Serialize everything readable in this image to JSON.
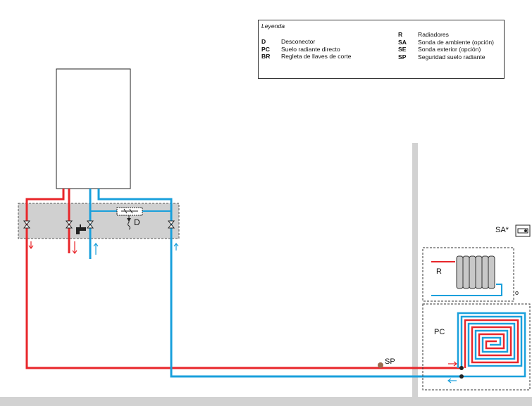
{
  "legend": {
    "title": "Leyenda",
    "left_items": [
      {
        "code": "D",
        "text": "Desconector"
      },
      {
        "code": "PC",
        "text": "Suelo radiante directo"
      },
      {
        "code": "BR",
        "text": "Regleta de llaves de corte"
      }
    ],
    "right_items": [
      {
        "code": "R",
        "text": "Radiadores"
      },
      {
        "code": "SA",
        "text": "Sonda de ambiente (opción)"
      },
      {
        "code": "SE",
        "text": "Sonda exterior (opción)"
      },
      {
        "code": "SP",
        "text": "Seguridad suelo radiante"
      }
    ]
  },
  "labels": {
    "disconnector": "D",
    "room_sensor": "SA*",
    "radiators": "R",
    "or": "o",
    "floor_heating": "PC",
    "floor_safety": "SP"
  },
  "colors": {
    "flow": "#e8262a",
    "return": "#1aa0dc",
    "manifold": "#d0d0d0",
    "wall": "#d2d2d2",
    "radiator": "#c8c8c8",
    "sensor_dot": "#9a6b4e"
  }
}
